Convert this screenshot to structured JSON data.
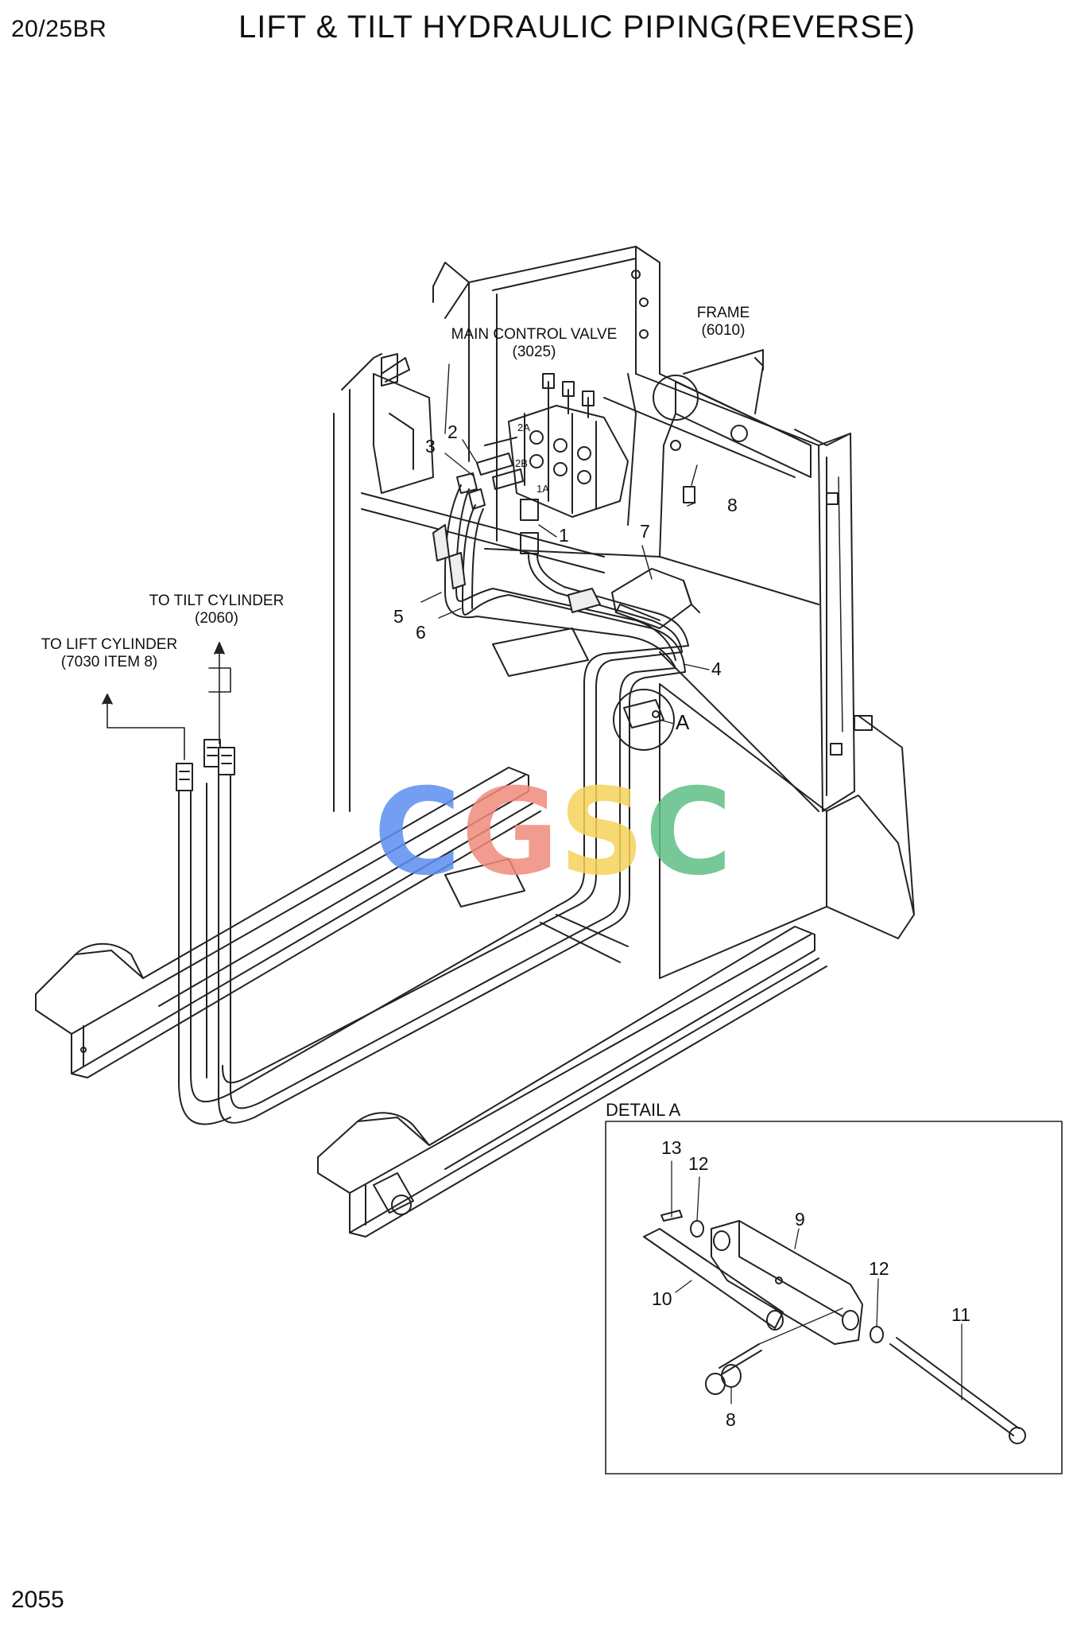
{
  "header": {
    "model": "20/25BR",
    "title": "LIFT & TILT HYDRAULIC PIPING(REVERSE)"
  },
  "footer": {
    "page_number": "2055"
  },
  "labels": {
    "main_control_valve": "MAIN CONTROL VALVE",
    "main_control_valve_code": "(3025)",
    "frame": "FRAME",
    "frame_code": "(6010)",
    "to_tilt_cylinder": "TO TILT CYLINDER",
    "to_tilt_cylinder_code": "(2060)",
    "to_lift_cylinder": "TO LIFT CYLINDER",
    "to_lift_cylinder_code": "(7030 ITEM 8)",
    "detail_a_title": "DETAIL A",
    "detail_a_marker": "A",
    "port_2a": "2A",
    "port_2b": "2B",
    "port_1a": "1A"
  },
  "callouts": {
    "c1": "1",
    "c2": "2",
    "c3": "3",
    "c4": "4",
    "c5": "5",
    "c6": "6",
    "c7": "7",
    "c8": "8",
    "d8": "8",
    "d9": "9",
    "d10": "10",
    "d11": "11",
    "d12a": "12",
    "d12b": "12",
    "d13": "13"
  },
  "watermark": {
    "letters": [
      "C",
      "G",
      "S",
      "C"
    ],
    "colors": [
      "#5b8ef0",
      "#f08a7c",
      "#f5d35a",
      "#5fbf86"
    ]
  }
}
